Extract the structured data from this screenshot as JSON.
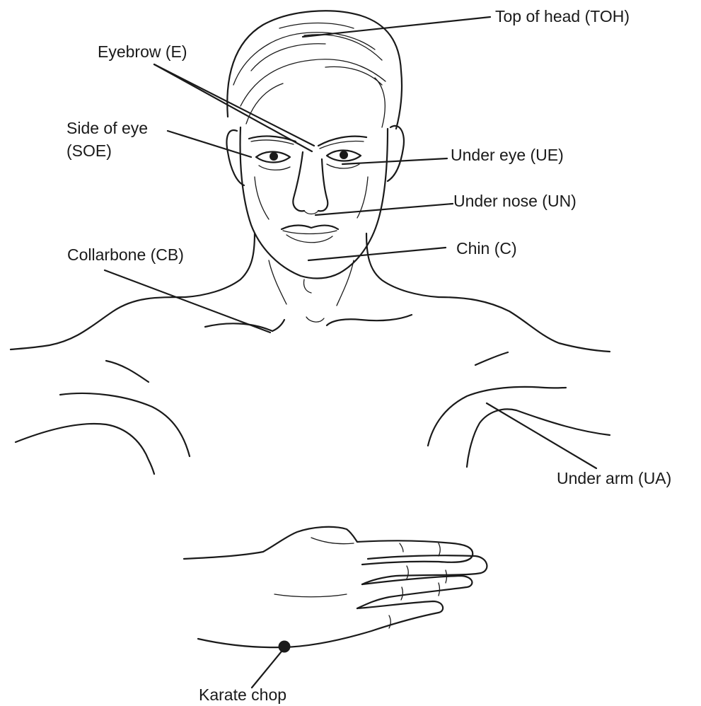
{
  "labels": {
    "top_of_head": "Top of head (TOH)",
    "eyebrow": "Eyebrow (E)",
    "side_of_eye_line1": "Side of eye",
    "side_of_eye_line2": "(SOE)",
    "under_eye": "Under eye (UE)",
    "under_nose": "Under nose (UN)",
    "chin": "Chin (C)",
    "collarbone": "Collarbone (CB)",
    "under_arm": "Under arm (UA)",
    "karate_chop": "Karate chop"
  },
  "colors": {
    "ink": "#1a1a1a",
    "background": "#ffffff"
  }
}
